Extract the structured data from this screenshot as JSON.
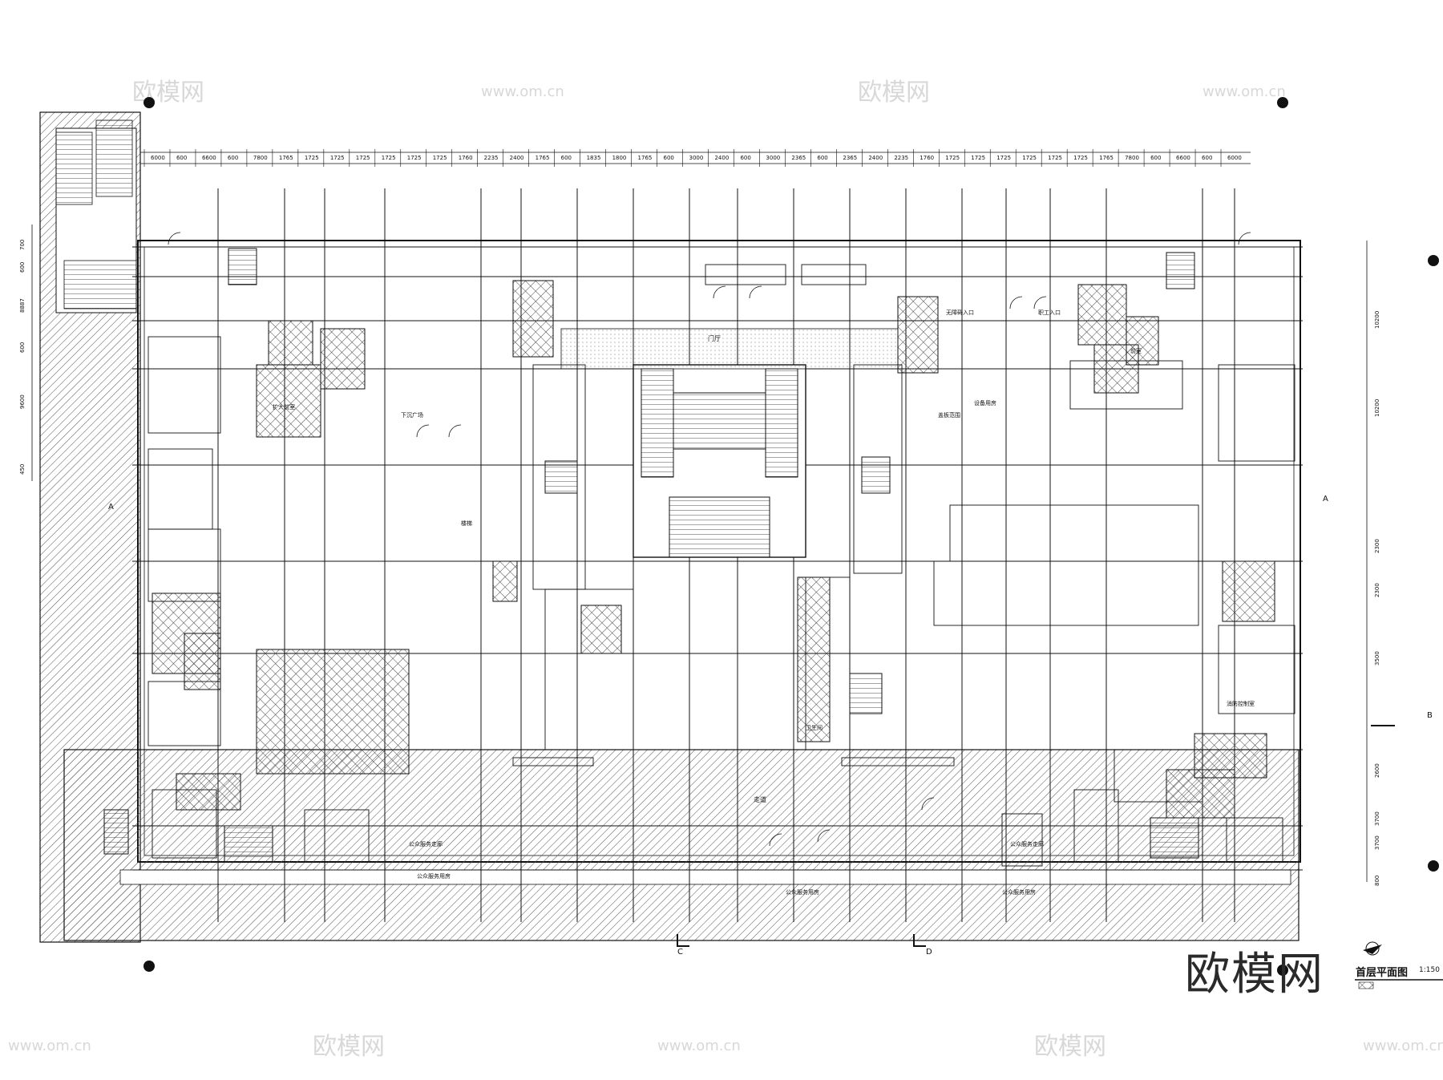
{
  "drawing": {
    "title": "首层平面图",
    "scale": "1:150",
    "brand_logo": "欧模网",
    "watermark_cn": "欧模网",
    "watermark_url": "www.om.cn",
    "top_dimensions": [
      "6000",
      "600",
      "6600",
      "600",
      "7800",
      "1765",
      "1725",
      "1725",
      "1725",
      "1725",
      "1725",
      "1725",
      "1760",
      "2235",
      "2400",
      "1765",
      "600",
      "1835",
      "1800",
      "1765",
      "600",
      "3000",
      "2400",
      "600",
      "3000",
      "2365",
      "600",
      "2365",
      "2400",
      "2235",
      "1760",
      "1725",
      "1725",
      "1725",
      "1725",
      "1725",
      "1725",
      "1765",
      "7800",
      "600",
      "6600",
      "600",
      "6000"
    ],
    "left_dimensions": [
      "700",
      "600",
      "8887",
      "600",
      "9600",
      "450"
    ],
    "right_dimensions": [
      "10200",
      "10200",
      "2300",
      "2300",
      "3500",
      "2600",
      "3700",
      "3700",
      "800"
    ],
    "section_markers": [
      "A",
      "A",
      "B",
      "C",
      "D"
    ],
    "room_labels": [
      "门厅",
      "走道",
      "公众服务用房",
      "扩大前室",
      "消防控制室",
      "设备用房",
      "前室",
      "楼梯",
      "卫生间",
      "下沉广场",
      "盖板范围",
      "无障碍入口",
      "职工入口",
      "公众服务走廊"
    ],
    "accent_color": "#111111",
    "hatch_color": "#444444"
  }
}
